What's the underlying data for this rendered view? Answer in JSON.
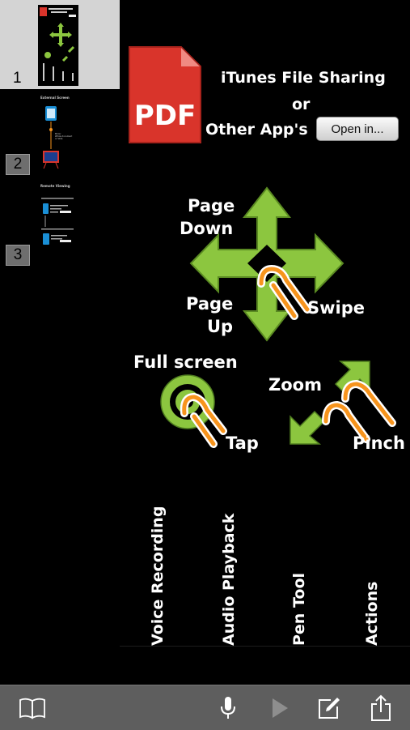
{
  "thumbnails": [
    {
      "number": "1",
      "selected": true,
      "title": "",
      "lines": [
        "iTunes File Sharing",
        "Other App's",
        "Page Down",
        "Swipe",
        "Page Up",
        "Zoom",
        "Tap",
        "Pinch"
      ]
    },
    {
      "number": "2",
      "selected": false,
      "title": "External Screen",
      "lines": [
        "Mirror",
        "Whole document",
        "or Slide"
      ]
    },
    {
      "number": "3",
      "selected": false,
      "title": "Remote Viewing",
      "lines": []
    }
  ],
  "page": {
    "pdf_icon_text": "PDF",
    "share_line1": "iTunes File Sharing",
    "share_line2": "or",
    "share_line3": "Other App's",
    "open_in_label": "Open in...",
    "page_down_1": "Page",
    "page_down_2": "Down",
    "page_up_1": "Page",
    "page_up_2": "Up",
    "swipe_label": "Swipe",
    "full_screen_label": "Full screen",
    "tap_label": "Tap",
    "zoom_label": "Zoom",
    "pinch_label": "Pinch",
    "vertical_labels": [
      "Voice Recording",
      "Audio Playback",
      "Pen Tool",
      "Actions"
    ]
  },
  "colors": {
    "arrow_green": "#8cc63f",
    "arrow_dark": "#4f7d1f",
    "finger_orange": "#f7941d",
    "pdf_red": "#d9342b",
    "toolbar_bg": "#5e5e5e"
  },
  "toolbar": {
    "icons": [
      "book-icon",
      "microphone-icon",
      "play-icon",
      "edit-icon",
      "share-icon"
    ]
  }
}
